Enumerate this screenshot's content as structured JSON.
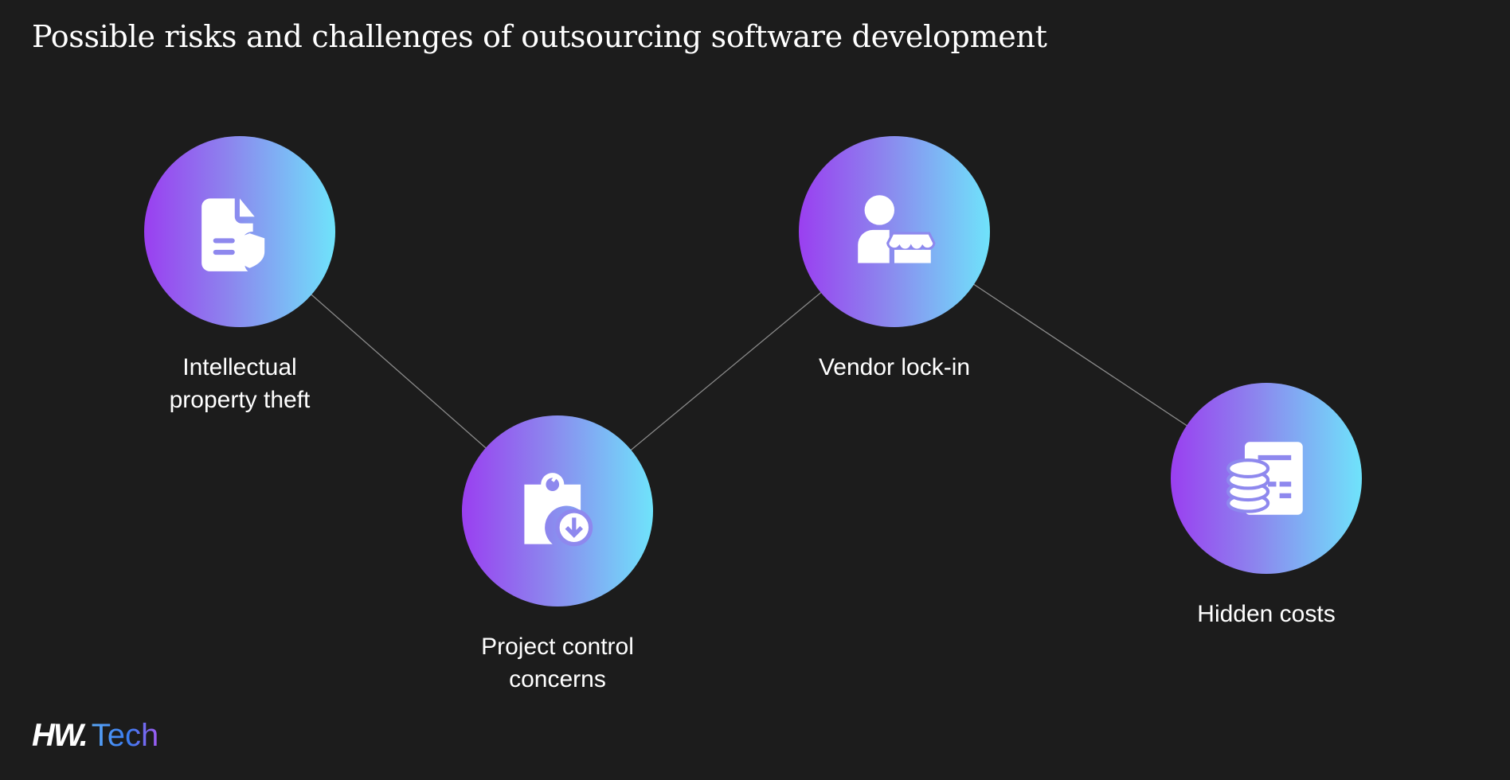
{
  "title": "Possible risks and challenges of outsourcing software development",
  "items": [
    {
      "label_lines": [
        "Intellectual",
        "property theft"
      ],
      "icon": "document-shield-icon"
    },
    {
      "label_lines": [
        "Project control",
        "concerns"
      ],
      "icon": "clipboard-download-icon"
    },
    {
      "label_lines": [
        "Vendor lock-in"
      ],
      "icon": "person-store-icon"
    },
    {
      "label_lines": [
        "Hidden costs"
      ],
      "icon": "coins-receipt-icon"
    }
  ],
  "logo": {
    "bold": "HW.",
    "light": "Tech"
  },
  "colors": {
    "background": "#1c1c1c",
    "gradient_start": "#9a3ff0",
    "gradient_end": "#6fe3fb"
  }
}
